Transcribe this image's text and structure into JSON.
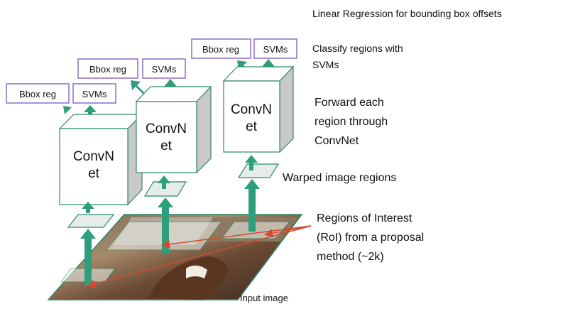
{
  "labels": {
    "linear_regression": "Linear Regression for bounding box offsets",
    "classify_line1": "Classify regions with",
    "classify_line2": "SVMs",
    "forward_line1": "Forward each",
    "forward_line2": "region through",
    "forward_line3": "ConvNet",
    "warped": "Warped image regions",
    "roi_line1": "Regions of Interest",
    "roi_line2": "(RoI) from a proposal",
    "roi_line3": "method (~2k)",
    "input_image": "Input image"
  },
  "columns": [
    {
      "bbox_label": "Bbox reg",
      "svm_label": "SVMs",
      "convnet_line1": "ConvN",
      "convnet_line2": "et"
    },
    {
      "bbox_label": "Bbox reg",
      "svm_label": "SVMs",
      "convnet_line1": "ConvN",
      "convnet_line2": "et"
    },
    {
      "bbox_label": "Bbox reg",
      "svm_label": "SVMs",
      "convnet_line1": "ConvN",
      "convnet_line2": "et"
    }
  ],
  "colors": {
    "arrow": "#2e9e7c",
    "box_border": "#8b6fc9",
    "cube_edge": "#2e8a6a",
    "cube_side": "#c9c9c9",
    "roi_arrow": "#d24b2d",
    "patch_fill": "#e6ece8"
  }
}
